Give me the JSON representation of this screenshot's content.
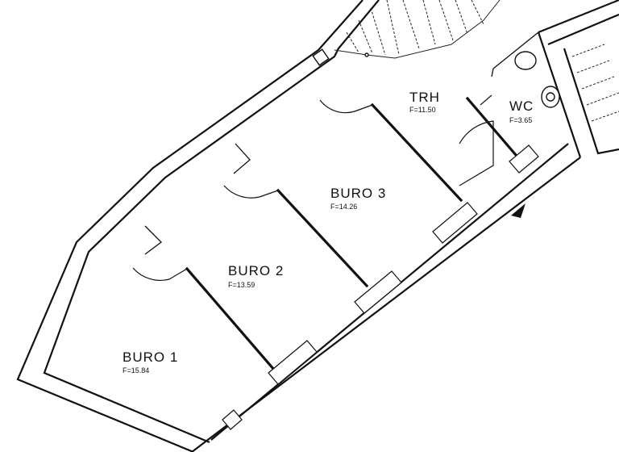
{
  "rooms": {
    "buro1": {
      "name": "BURO  1",
      "area": "F=15.84"
    },
    "buro2": {
      "name": "BURO  2",
      "area": "F=13.59"
    },
    "buro3": {
      "name": "BURO  3",
      "area": "F=14.26"
    },
    "trh": {
      "name": "TRH",
      "area": "F=11.50"
    },
    "wc": {
      "name": "WC",
      "area": "F=3.65"
    }
  },
  "colors": {
    "line": "#111111",
    "background": "#ffffff"
  }
}
